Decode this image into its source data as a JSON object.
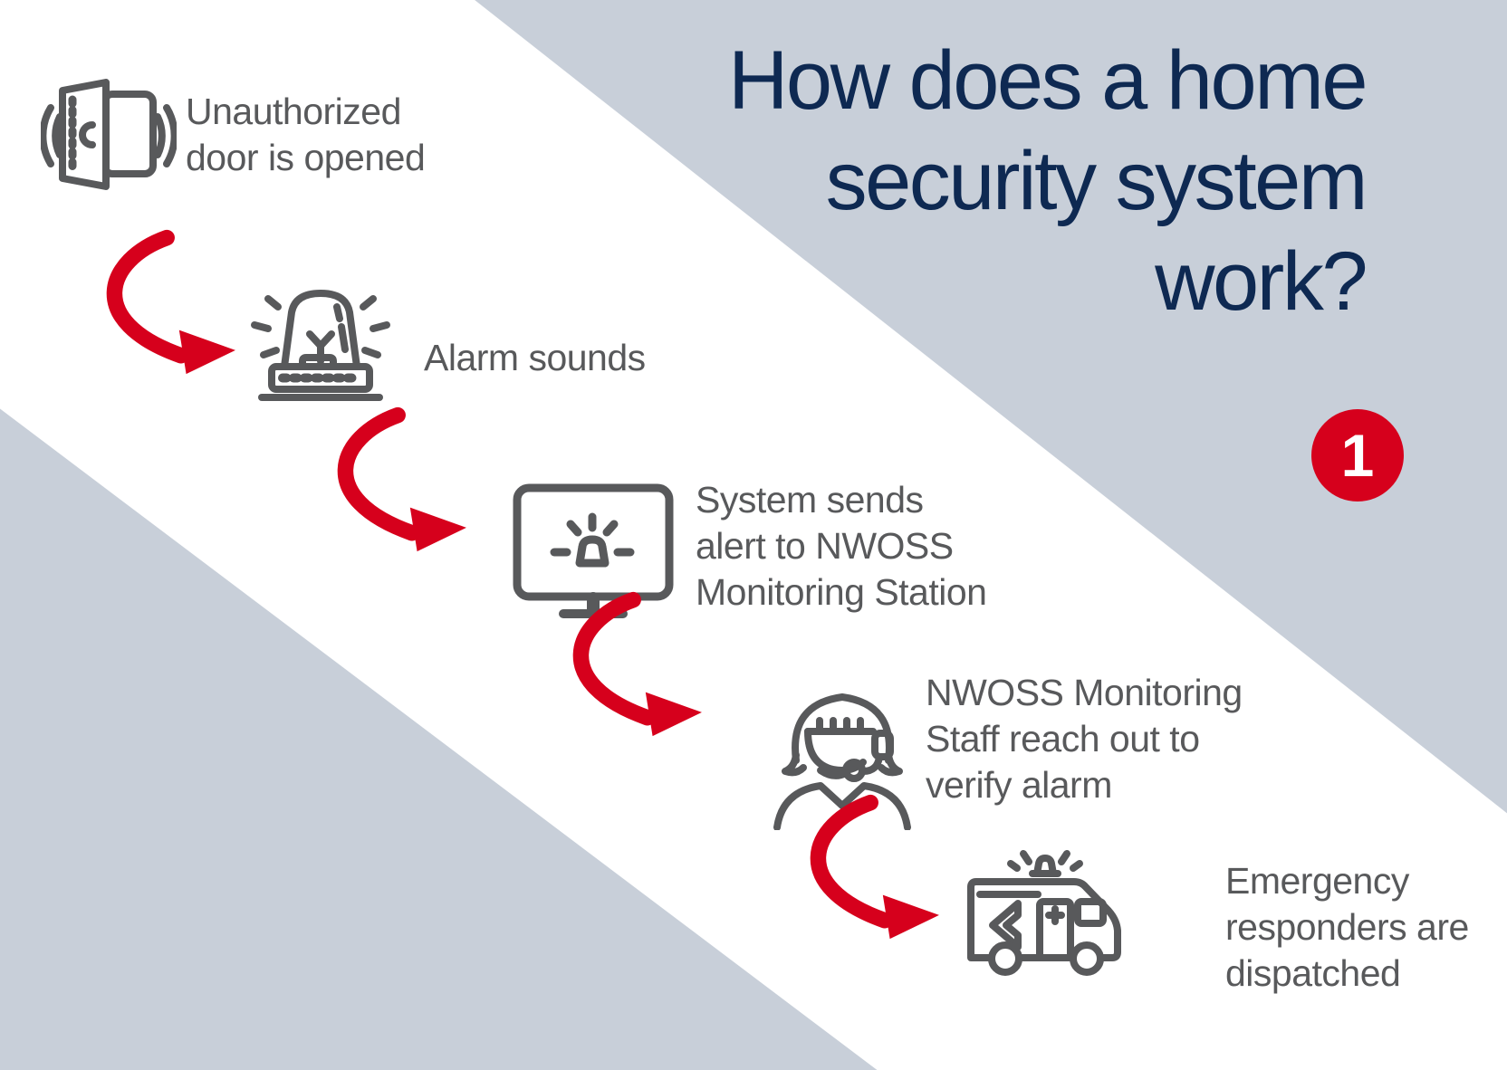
{
  "title": {
    "lines": [
      "How does a home",
      "security system",
      "work?"
    ]
  },
  "badge": {
    "number": "1"
  },
  "steps": [
    {
      "icon": "door-sensor-icon",
      "label": "Unauthorized door is opened",
      "lines": [
        "Unauthorized",
        "door is opened"
      ]
    },
    {
      "icon": "siren-icon",
      "label": "Alarm sounds",
      "lines": [
        "Alarm sounds"
      ]
    },
    {
      "icon": "monitor-alert-icon",
      "label": "System sends alert to NWOSS Monitoring Station",
      "lines": [
        "System sends",
        "alert to NWOSS",
        "Monitoring Station"
      ]
    },
    {
      "icon": "operator-headset-icon",
      "label": "NWOSS Monitoring Staff reach out to verify alarm",
      "lines": [
        "NWOSS Monitoring",
        "Staff reach out to",
        "verify alarm"
      ]
    },
    {
      "icon": "ambulance-icon",
      "label": "Emergency responders are dispatched",
      "lines": [
        "Emergency",
        "responders are",
        "dispatched"
      ]
    }
  ],
  "colors": {
    "corner_triangle_gray": "#c8cfd9",
    "band_white": "#ffffff",
    "arrow_red": "#d6001c",
    "badge_red": "#d6001c",
    "badge_text": "#ffffff",
    "body_text_gray": "#58595b",
    "icon_line_gray": "#58595b",
    "title_navy": "#0e2952"
  }
}
